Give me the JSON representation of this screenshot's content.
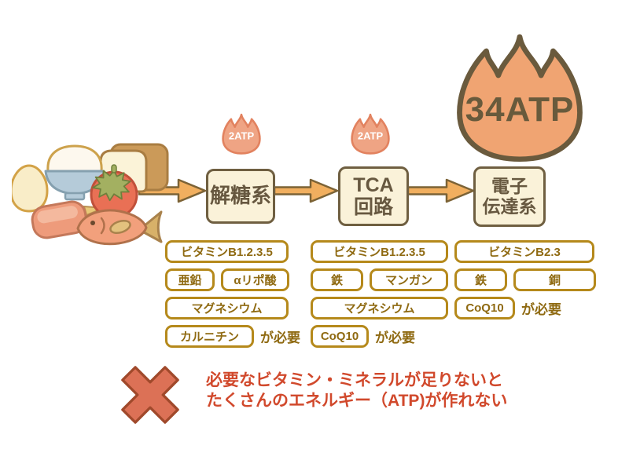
{
  "flow": {
    "stages": [
      {
        "id": "glycolysis",
        "label": "解糖系",
        "atp": "2ATP"
      },
      {
        "id": "tca-cycle",
        "label": "TCA\n回路",
        "atp": "2ATP"
      },
      {
        "id": "electron-transport",
        "label": "電子\n伝達系",
        "atp": "34ATP"
      }
    ]
  },
  "food_icons": [
    "egg-icon",
    "rice-bowl-icon",
    "bread-icon",
    "tomato-icon",
    "meat-icon",
    "fish-icon"
  ],
  "requirements": {
    "glycolysis": {
      "vitamins": "ビタミンB1.2.3.5",
      "mineral_a": "亜鉛",
      "mineral_b": "αリポ酸",
      "row3": "マグネシウム",
      "row4": "カルニチン",
      "suffix": "が必要"
    },
    "tca": {
      "vitamins": "ビタミンB1.2.3.5",
      "mineral_a": "鉄",
      "mineral_b": "マンガン",
      "row3": "マグネシウム",
      "row4": "CoQ10",
      "suffix": "が必要"
    },
    "electron_transport": {
      "vitamins": "ビタミンB2.3",
      "mineral_a": "鉄",
      "mineral_b": "銅",
      "row3": "CoQ10",
      "suffix": "が必要"
    }
  },
  "footer": {
    "line1": "必要なビタミン・ミネラルが足りないと",
    "line2": "たくさんのエネルギー（ATP)が作れない"
  },
  "colors": {
    "stage_box_fill": "#FAF2D9",
    "stage_box_border": "#6F5F41",
    "arrow_fill": "#F1AF5F",
    "arrow_stroke": "#7C6336",
    "big_flame_fill": "#F0A472",
    "big_flame_stroke": "#6A5A3D",
    "small_flame_fill": "#EFA484",
    "small_flame_stroke": "#E2825F",
    "nutrient_border": "#B5891B",
    "nutrient_text": "#8F6A12",
    "warning_red": "#D1492C",
    "cross_fill": "#DC7156",
    "cross_stroke": "#A0492B"
  }
}
